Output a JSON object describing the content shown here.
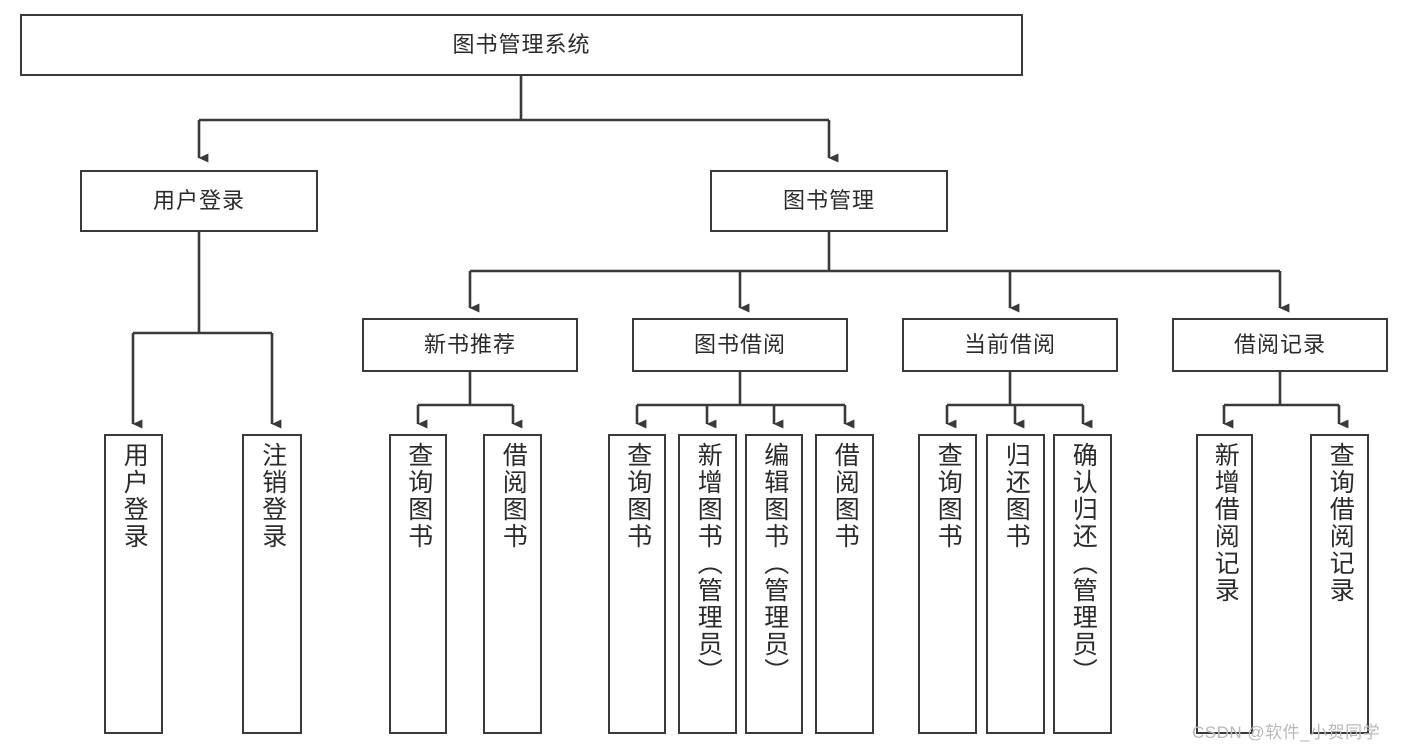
{
  "diagram": {
    "title": "图书管理系统",
    "type": "tree-hierarchy-diagram",
    "root": {
      "id": "root",
      "label": "图书管理系统"
    },
    "level1": [
      {
        "id": "user-login",
        "label": "用户登录"
      },
      {
        "id": "book-manage",
        "label": "图书管理"
      }
    ],
    "level2": [
      {
        "id": "new-book-recommend",
        "label": "新书推荐",
        "parent": "book-manage"
      },
      {
        "id": "book-borrow",
        "label": "图书借阅",
        "parent": "book-manage"
      },
      {
        "id": "current-borrow",
        "label": "当前借阅",
        "parent": "book-manage"
      },
      {
        "id": "borrow-record",
        "label": "借阅记录",
        "parent": "book-manage"
      }
    ],
    "leaves": {
      "user-login": [
        {
          "id": "leaf-user-login",
          "label": "用户登录"
        },
        {
          "id": "leaf-user-logout",
          "label": "注销登录"
        }
      ],
      "new-book-recommend": [
        {
          "id": "leaf-query-book-1",
          "label": "查询图书"
        },
        {
          "id": "leaf-borrow-book-1",
          "label": "借阅图书"
        }
      ],
      "book-borrow": [
        {
          "id": "leaf-query-book-2",
          "label": "查询图书"
        },
        {
          "id": "leaf-add-book-admin",
          "label": "新增图书（管理员）"
        },
        {
          "id": "leaf-edit-book-admin",
          "label": "编辑图书（管理员）"
        },
        {
          "id": "leaf-borrow-book-2",
          "label": "借阅图书"
        }
      ],
      "current-borrow": [
        {
          "id": "leaf-query-book-3",
          "label": "查询图书"
        },
        {
          "id": "leaf-return-book",
          "label": "归还图书"
        },
        {
          "id": "leaf-confirm-return-admin",
          "label": "确认归还（管理员）"
        }
      ],
      "borrow-record": [
        {
          "id": "leaf-add-borrow-record",
          "label": "新增借阅记录"
        },
        {
          "id": "leaf-query-borrow-record",
          "label": "查询借阅记录"
        }
      ]
    },
    "watermark": "CSDN @软件_小贺同学",
    "colors": {
      "stroke": "#3a3a3a",
      "text": "#2b2b2b",
      "background": "#ffffff",
      "watermark": "#b9b9b9"
    }
  }
}
